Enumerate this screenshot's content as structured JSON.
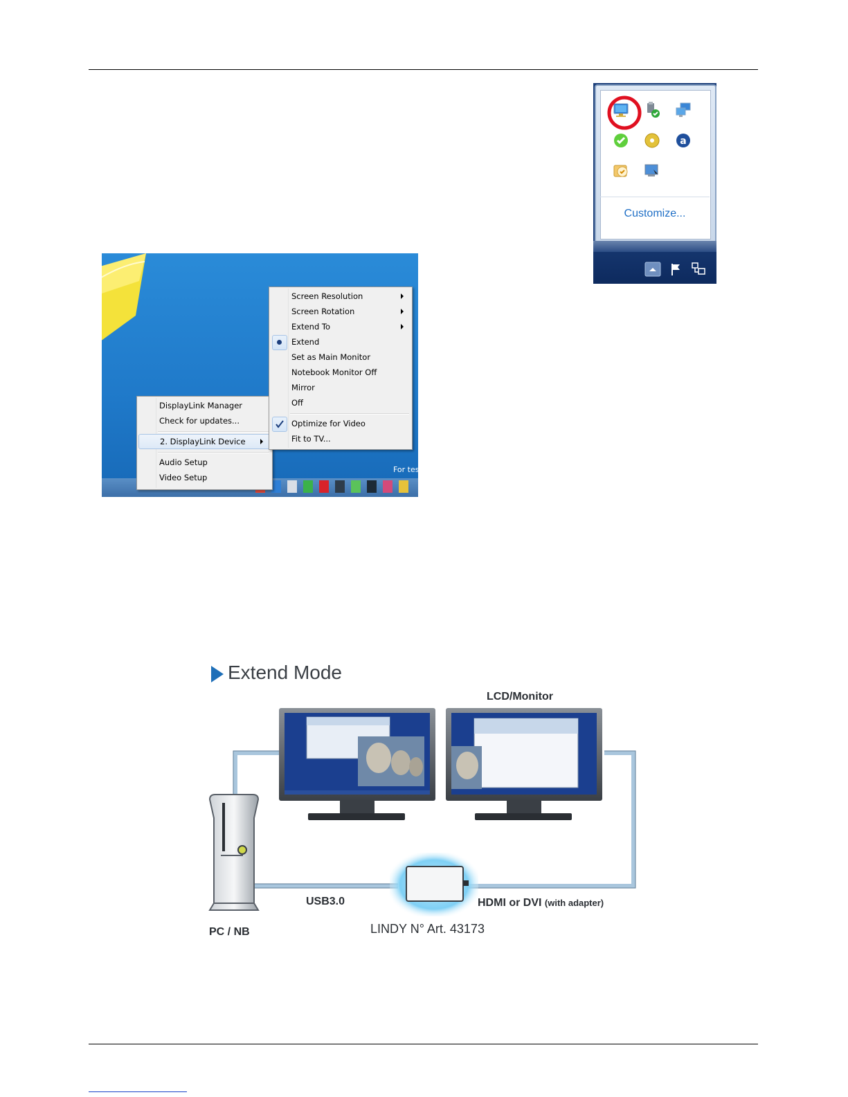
{
  "tray_overflow": {
    "customize_label": "Customize...",
    "icons": [
      "displaylink-monitor-icon",
      "usb-device-icon",
      "network-icon",
      "chat-status-icon",
      "disc-drive-icon",
      "agent-icon",
      "update-clock-icon",
      "display-settings-icon"
    ],
    "taskbar_icons": [
      "show-hidden-icons-arrow-icon",
      "action-center-flag-icon",
      "network-connection-icon"
    ],
    "highlight_color": "#e01020"
  },
  "desktop": {
    "corner_text": "For tes",
    "context_menu": {
      "items": [
        {
          "label": "DisplayLink Manager"
        },
        {
          "label": "Check for updates..."
        },
        {
          "label": "2. DisplayLink Device",
          "submenu": true,
          "highlighted": true
        },
        {
          "label": "Audio Setup"
        },
        {
          "label": "Video Setup"
        }
      ]
    },
    "submenu": {
      "items": [
        {
          "label": "Screen Resolution",
          "submenu": true
        },
        {
          "label": "Screen Rotation",
          "submenu": true
        },
        {
          "label": "Extend To",
          "submenu": true
        },
        {
          "label": "Extend",
          "selected": "radio"
        },
        {
          "label": "Set as Main Monitor"
        },
        {
          "label": "Notebook Monitor Off"
        },
        {
          "label": "Mirror"
        },
        {
          "label": "Off"
        },
        {
          "label": "Optimize for Video",
          "selected": "check"
        },
        {
          "label": "Fit to TV..."
        }
      ]
    }
  },
  "diagram": {
    "title": "Extend Mode",
    "monitor_label": "LCD/Monitor",
    "pc_label": "PC / NB",
    "cable_left_label": "USB3.0",
    "cable_right_label": "HDMI or DVI",
    "cable_right_note": "(with adapter)",
    "adapter_label": "LINDY N° Art. 43173",
    "colors": {
      "title_arrow": "#1e6fb8",
      "screen": "#1b3f8f",
      "cable": "#a9c6dd",
      "glow": "#7fd0f5"
    }
  }
}
